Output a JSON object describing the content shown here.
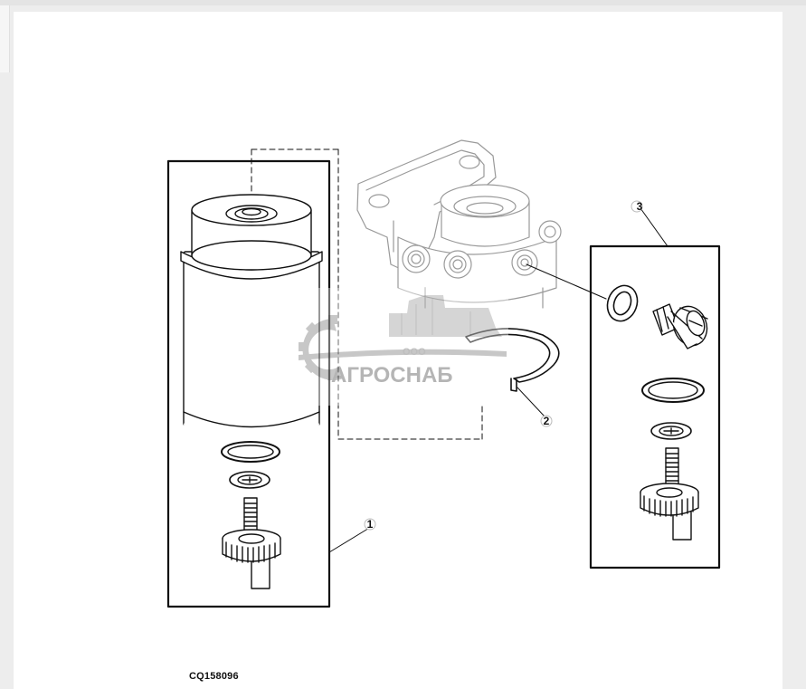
{
  "diagram": {
    "callouts": [
      "1",
      "2",
      "3"
    ],
    "figure_code": "CQ158096"
  },
  "watermark": {
    "company_prefix": "ООО",
    "name": "АГРОСНАБ",
    "logo_icon": "harvester-gear-logo-icon"
  }
}
